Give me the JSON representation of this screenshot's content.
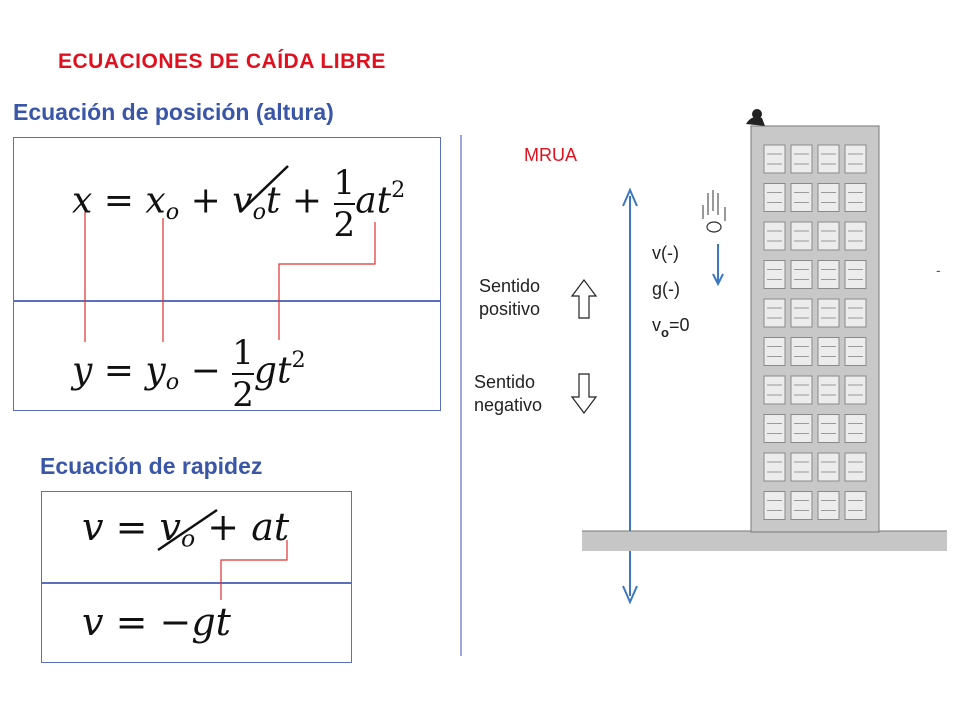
{
  "title": "ECUACIONES DE CAÍDA LIBRE",
  "position_section": {
    "heading": "Ecuación de posición (altura)",
    "eq1": {
      "lhs": "x",
      "eq": "=",
      "x": "x",
      "o": "o",
      "plus1": "+",
      "v": "v",
      "o2": "o",
      "t": "t",
      "plus2": "+",
      "num": "1",
      "den": "2",
      "a": "a",
      "t2": "t",
      "exp": "2"
    },
    "eq2": {
      "lhs": "y",
      "eq": "=",
      "y": "y",
      "o": "o",
      "minus": "−",
      "num": "1",
      "den": "2",
      "g": "g",
      "t": "t",
      "exp": "2"
    }
  },
  "speed_section": {
    "heading": "Ecuación de rapidez",
    "eq1": {
      "lhs": "v",
      "eq": "=",
      "v": "v",
      "o": "o",
      "plus": "+",
      "at": "at"
    },
    "eq2": {
      "lhs": "v",
      "eq": "=",
      "rhs": "−gt"
    }
  },
  "diagram": {
    "mrua": "MRUA",
    "sentido_pos_1": "Sentido",
    "sentido_pos_2": "positivo",
    "sentido_neg_1": "Sentido",
    "sentido_neg_2": "negativo",
    "v_label": "v(-)",
    "g_label": "g(-)",
    "vo_label_v": "v",
    "vo_label_o": "o",
    "vo_label_rest": "=0",
    "dash": "-"
  },
  "colors": {
    "title": "#e0101e",
    "heading": "#3a56a8",
    "box": "#5b6fc0",
    "connector": "#e03030",
    "axis": "#3c78c0",
    "building": "#c8c8c8",
    "ground": "#c6c6c6"
  },
  "icons": [
    "up-arrow-icon",
    "down-arrow-icon",
    "falling-object-icon",
    "person-icon",
    "building-icon"
  ]
}
